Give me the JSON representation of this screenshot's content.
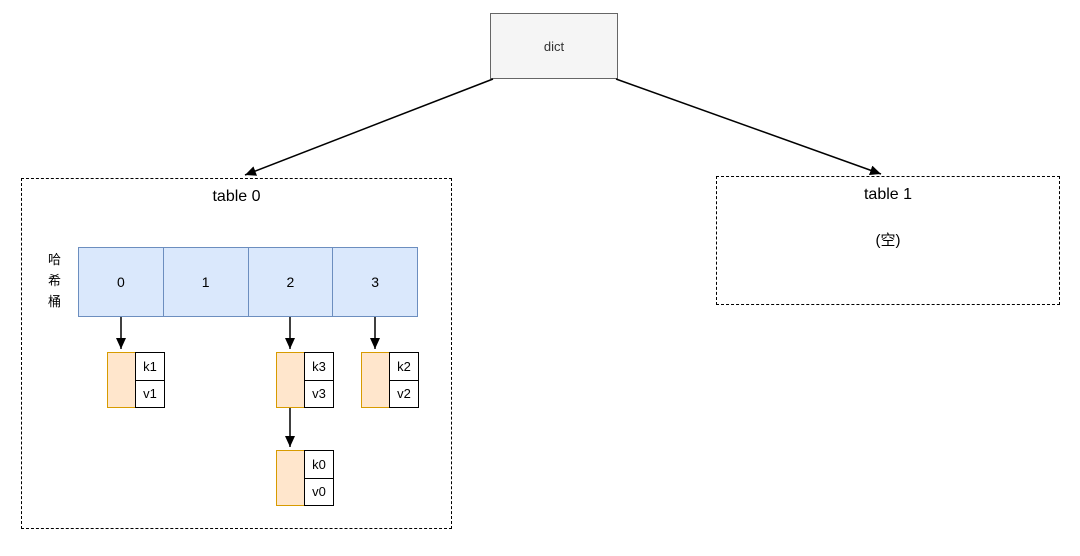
{
  "colors": {
    "dict_fill": "#f5f5f5",
    "dict_border": "#666666",
    "bucket_fill": "#dae8fc",
    "bucket_border": "#6c8ebf",
    "entry_fill": "#ffe6cc",
    "entry_border": "#d79b00",
    "line": "#000000"
  },
  "dict": {
    "label": "dict"
  },
  "table0": {
    "title": "table 0",
    "axis_label": "哈希桶",
    "buckets": [
      "0",
      "1",
      "2",
      "3"
    ],
    "entries": [
      {
        "key": "k1",
        "value": "v1"
      },
      {
        "key": "k3",
        "value": "v3"
      },
      {
        "key": "k2",
        "value": "v2"
      },
      {
        "key": "k0",
        "value": "v0"
      }
    ]
  },
  "table1": {
    "title": "table 1",
    "empty_label": "(空)"
  },
  "edges": [
    {
      "from": "dict",
      "to": "table-0"
    },
    {
      "from": "dict",
      "to": "table-1"
    },
    {
      "from": "bucket-0",
      "to": "entry-k1"
    },
    {
      "from": "bucket-2",
      "to": "entry-k3"
    },
    {
      "from": "bucket-3",
      "to": "entry-k2"
    },
    {
      "from": "entry-k3",
      "to": "entry-k0"
    }
  ]
}
